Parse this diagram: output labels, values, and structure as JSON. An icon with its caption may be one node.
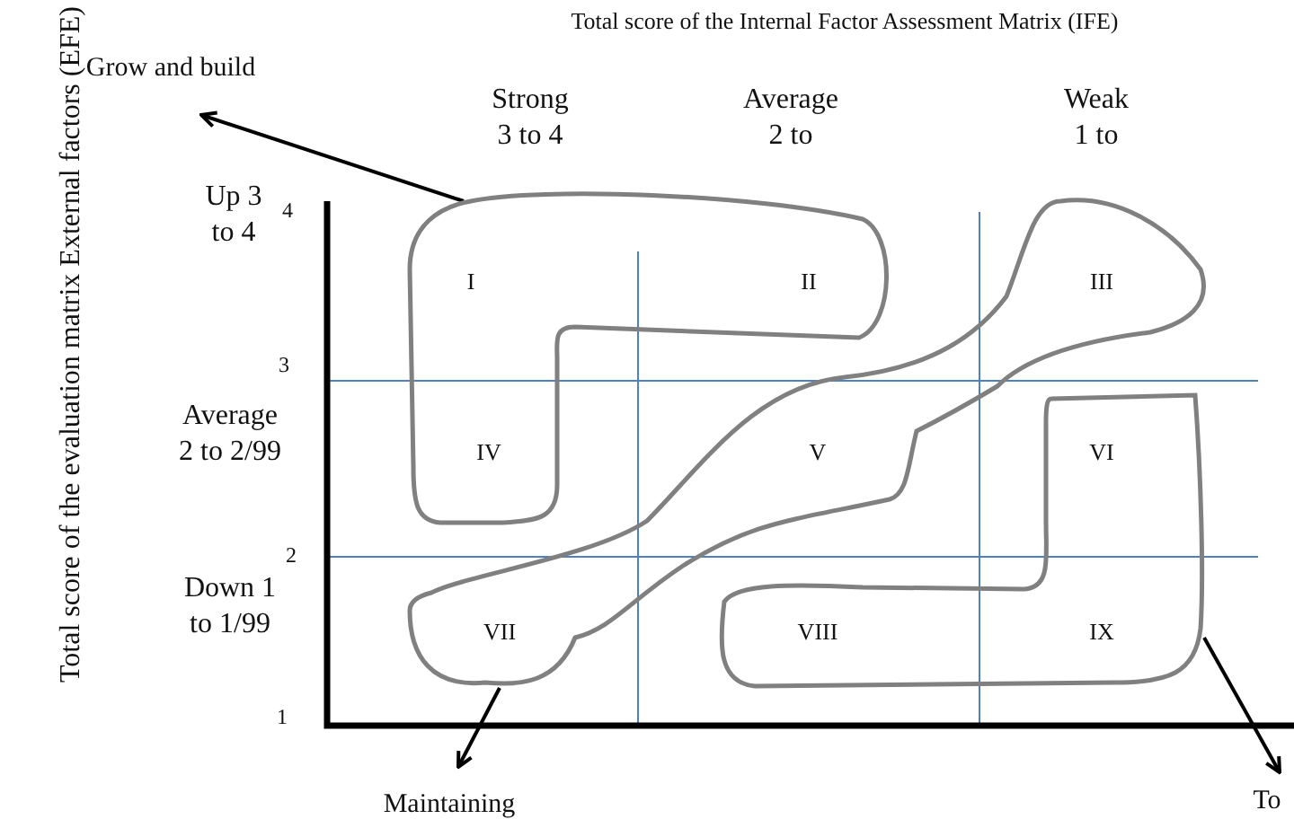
{
  "diagram": {
    "nodes": [
      {
        "text": [
          "I",
          "II",
          "IV"
        ]
      },
      {
        "text": [
          "III",
          "V",
          "VII"
        ]
      },
      {
        "text": [
          "VI",
          "VIII",
          "IX"
        ]
      },
      {
        "text": [
          "Grow and build"
        ]
      },
      {
        "text": [
          "Maintaining"
        ]
      },
      {
        "text": [
          "To"
        ]
      }
    ],
    "edges": [
      {
        "from": 0,
        "to": 3,
        "arrow": "to"
      },
      {
        "from": 1,
        "to": 4,
        "arrow": "to"
      },
      {
        "from": 2,
        "to": 5,
        "arrow": "to"
      }
    ],
    "labels": [
      "Total score of the Internal Factor Assessment Matrix (IFE)",
      "Strong 3 to 4",
      "Average 2 to",
      "Weak 1 to",
      "Total score of the evaluation matrix External factors (EFE)",
      "4",
      "Up 3 to 4",
      "3",
      "Average 2 to 2/99",
      "2",
      "Down 1 to 1/99",
      "1"
    ]
  }
}
